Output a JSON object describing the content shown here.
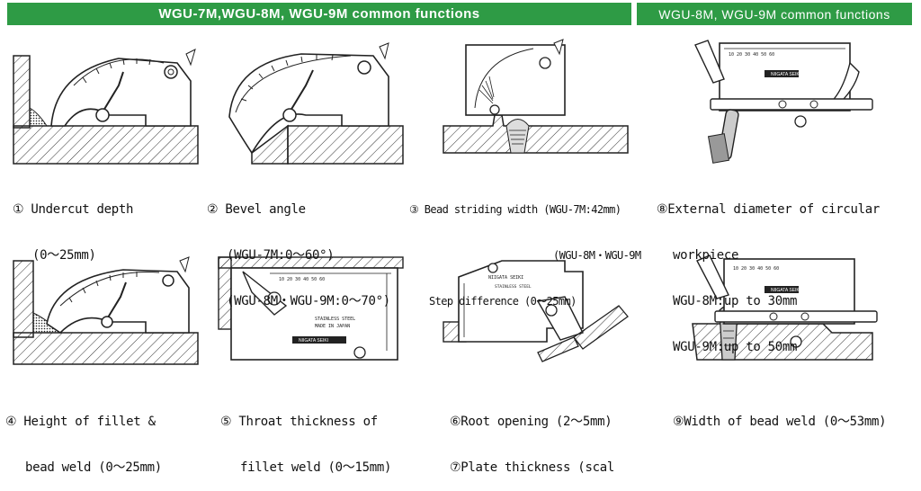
{
  "colors": {
    "banner": "#2e9b45",
    "ink": "#1a1a1a",
    "hatch": "#333333"
  },
  "banners": {
    "left": "WGU-7M,WGU-8M, WGU-9M common functions",
    "right": "WGU-8M, WGU-9M common functions"
  },
  "items": {
    "i1": {
      "title": "① Undercut depth",
      "lines": [
        "(0～25mm)"
      ]
    },
    "i2": {
      "title": "② Bevel angle",
      "lines": [
        "(WGU-7M:0～60°)",
        "(WGU-8M・WGU-9M:0～70°)"
      ]
    },
    "i3": {
      "title": "③ Bead striding width (WGU-7M:42mm)",
      "lines": [
        "(WGU-8M・WGU-9M",
        "Step difference (0～25mm)"
      ]
    },
    "i8": {
      "title": "⑧External diameter of circular",
      "lines": [
        "workpiece",
        "WGU-8M:up to 30mm",
        "WGU-9M:up to 50mm"
      ]
    },
    "i4": {
      "title": "④ Height of fillet &",
      "lines": [
        "bead weld (0～25mm)"
      ]
    },
    "i5": {
      "title": "⑤ Throat thickness of",
      "lines": [
        "fillet weld (0～15mm)"
      ]
    },
    "i6": {
      "title": "⑥Root opening (2～5mm)",
      "lines": [
        "⑦Plate thickness (scal"
      ]
    },
    "i9": {
      "title": "⑨Width of bead weld (0～53mm)",
      "lines": []
    }
  },
  "gauge_texts": {
    "brand": "NIIGATA SEIKI",
    "stainless": "STAINLESS STEEL",
    "made": "MADE IN JAPAN"
  }
}
